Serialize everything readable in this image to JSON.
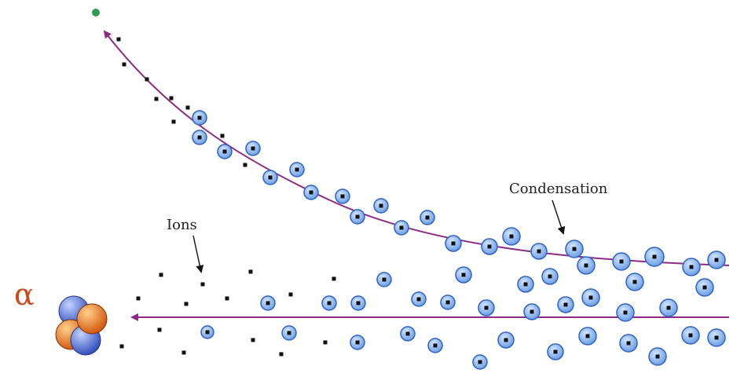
{
  "labels": {
    "condensation": "Condensation",
    "ions": "Ions",
    "alpha": "α"
  },
  "colors": {
    "track": "#8e2a86",
    "droplet_fill": "#7fb0ee",
    "droplet_stroke": "#2f62c4",
    "ion": "#111111",
    "start_dot": "#2e9a55",
    "alpha_label": "#cc4a1c",
    "proton": "#e27a1a",
    "neutron": "#4a6fd6"
  }
}
